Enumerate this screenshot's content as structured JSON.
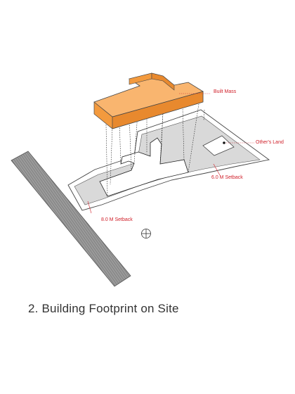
{
  "labels": {
    "built_mass": "Built Mass",
    "others_land": "Other's Land",
    "setback_side": "6.0 M Setback",
    "setback_front": "8.0 M Setback"
  },
  "caption": "2. Building Footprint on Site",
  "colors": {
    "mass_top": "#f9b56f",
    "mass_side": "#f39a3e",
    "site_fill": "#d9d9d9",
    "road_fill": "#8a8a8a",
    "annotation": "#d0202a",
    "caption_text": "#333333"
  },
  "icons": {
    "north": "compass-icon"
  }
}
